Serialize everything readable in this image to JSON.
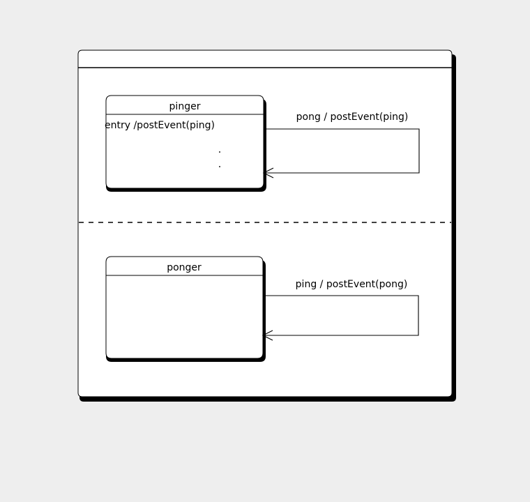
{
  "diagram": {
    "type": "uml-state-machine",
    "background_color": "#eeeeee",
    "stroke_color": "#000000",
    "fill_color": "#ffffff",
    "composite_state": {
      "title": "",
      "has_title_bar": true,
      "regions_separator": "dashed"
    },
    "regions": [
      {
        "id": "region-top",
        "state": {
          "name": "pinger",
          "body_lines": [
            "entry /postEvent(ping)"
          ],
          "dots": 2
        },
        "self_transition": {
          "label": "pong / postEvent(ping)",
          "trigger": "pong",
          "effect": "postEvent(ping)",
          "arrow_style": "open"
        }
      },
      {
        "id": "region-bottom",
        "state": {
          "name": "ponger",
          "body_lines": [],
          "dots": 0
        },
        "self_transition": {
          "label": "ping / postEvent(pong)",
          "trigger": "ping",
          "effect": "postEvent(pong)",
          "arrow_style": "open"
        }
      }
    ]
  }
}
